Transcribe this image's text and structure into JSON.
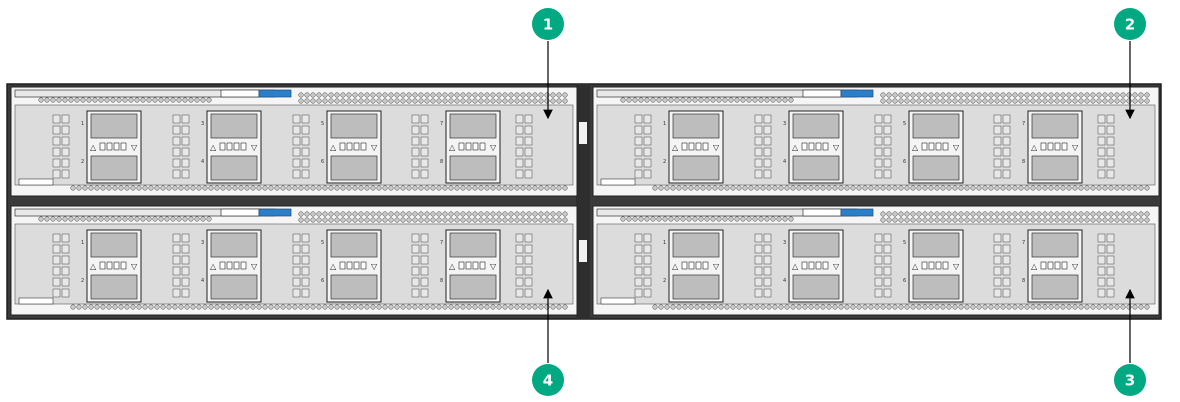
{
  "colors": {
    "callout": "#01A982",
    "frame": "#3a3a3a",
    "panel": "#dcdcdc",
    "latch": "#2b7fc9"
  },
  "icons": {
    "callout": "numbered-callout-icon",
    "arrow": "leader-arrow-icon",
    "port": "sfp-port-icon"
  },
  "callouts": [
    {
      "label": "1",
      "card": 0
    },
    {
      "label": "2",
      "card": 1
    },
    {
      "label": "3",
      "card": 2
    },
    {
      "label": "4",
      "card": 3
    }
  ],
  "cards": [
    {
      "id": "card-top-left",
      "col": 0,
      "row": 0,
      "slot_labels": [
        "1",
        "2",
        "3",
        "4",
        "5",
        "6",
        "7",
        "8"
      ]
    },
    {
      "id": "card-top-right",
      "col": 1,
      "row": 0,
      "slot_labels": [
        "1",
        "2",
        "3",
        "4",
        "5",
        "6",
        "7",
        "8"
      ]
    },
    {
      "id": "card-bottom-right",
      "col": 1,
      "row": 1,
      "slot_labels": [
        "1",
        "2",
        "3",
        "4",
        "5",
        "6",
        "7",
        "8"
      ]
    },
    {
      "id": "card-bottom-left",
      "col": 0,
      "row": 1,
      "slot_labels": [
        "1",
        "2",
        "3",
        "4",
        "5",
        "6",
        "7",
        "8"
      ]
    }
  ]
}
